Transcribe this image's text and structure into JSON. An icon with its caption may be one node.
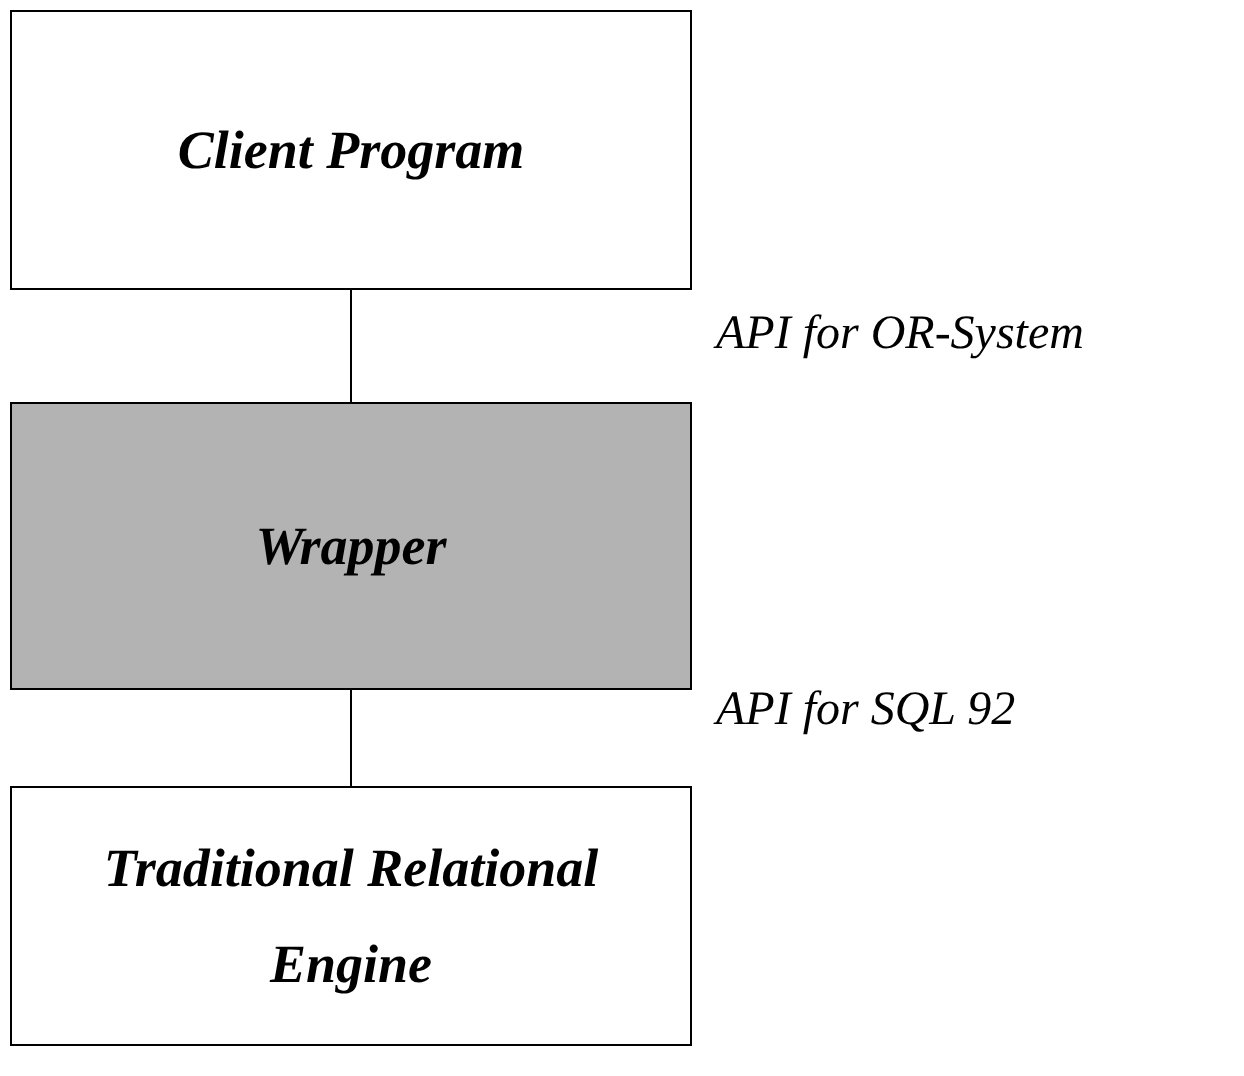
{
  "diagram": {
    "nodes": [
      {
        "text": [
          "Client Program"
        ]
      },
      {
        "text": [
          "Wrapper"
        ]
      },
      {
        "text": [
          "Traditional Relational Engine"
        ]
      }
    ],
    "edges": [
      {
        "from": 0,
        "to": 1,
        "arrow": "none"
      },
      {
        "from": 1,
        "to": 2,
        "arrow": "none"
      }
    ],
    "labels": [
      "API for OR-System",
      "API for SQL 92"
    ]
  }
}
